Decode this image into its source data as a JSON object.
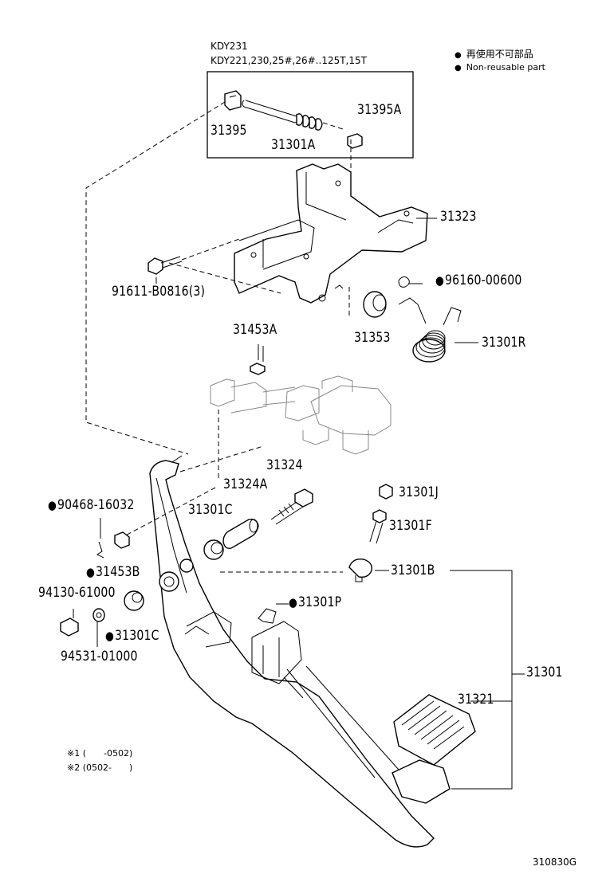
{
  "header": {
    "model_line1": "KDY231",
    "model_line2": "KDY221,230,25#,26#..125T,15T"
  },
  "legend": {
    "line_jp": "再使用不可部品",
    "line_en": "Non-reusable part"
  },
  "parts": {
    "p31395": "31395",
    "p31395A": "31395A",
    "p31301A": "31301A",
    "p31323": "31323",
    "p91611": "91611-B0816(3)",
    "p96160": "96160-00600",
    "p31353": "31353",
    "p31301R": "31301R",
    "p31453A": "31453A",
    "p31324": "31324",
    "p31324A": "31324A",
    "p31301C_upper": "31301C",
    "p90468": "90468-16032",
    "p31453B": "31453B",
    "p94130": "94130-61000",
    "p31301C_lower": "31301C",
    "p94531": "94531-01000",
    "p31301J": "31301J",
    "p31301F": "31301F",
    "p31301B": "31301B",
    "p31301P": "31301P",
    "p31301": "31301",
    "p31321": "31321"
  },
  "notes": {
    "note1": "※1 (　　-0502)",
    "note2": "※2 (0502-　　)"
  },
  "figure_id": "310830G"
}
